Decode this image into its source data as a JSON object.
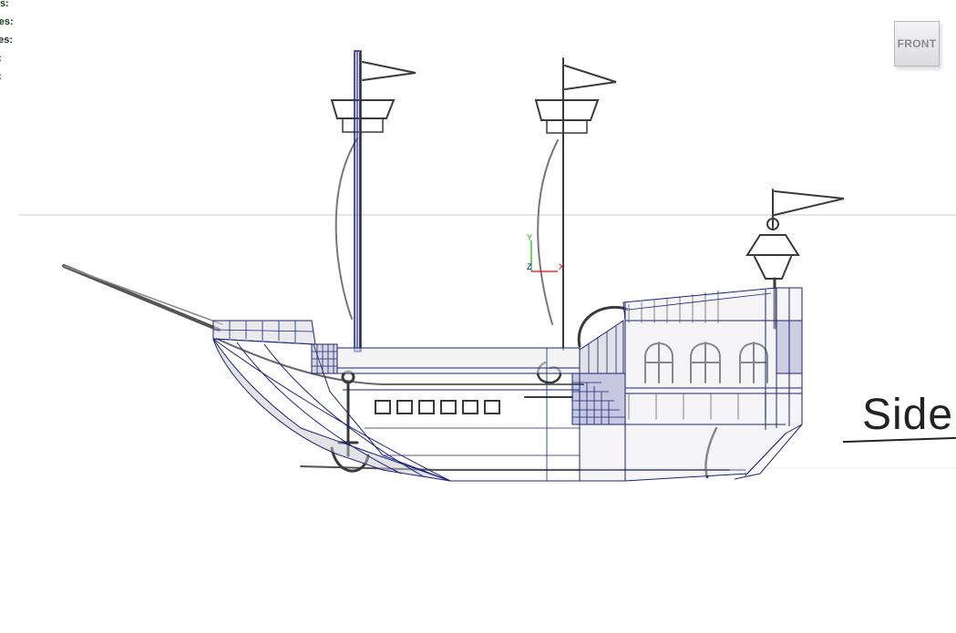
{
  "hud": {
    "lines": [
      "rts:",
      "ges:",
      "ces:",
      "s:",
      "s:"
    ]
  },
  "view_cube": {
    "label": "FRONT"
  },
  "sketch": {
    "caption": "Side V"
  },
  "axis_gizmo": {
    "y": "Y",
    "z": "Z",
    "x": "X"
  },
  "colors": {
    "wireframe": "#1a237e",
    "sketch": "#3a3a3a",
    "hud_text": "#1a3a1a",
    "axis_y": "#00c000",
    "axis_z": "#0000ff",
    "axis_x": "#ff0000"
  }
}
